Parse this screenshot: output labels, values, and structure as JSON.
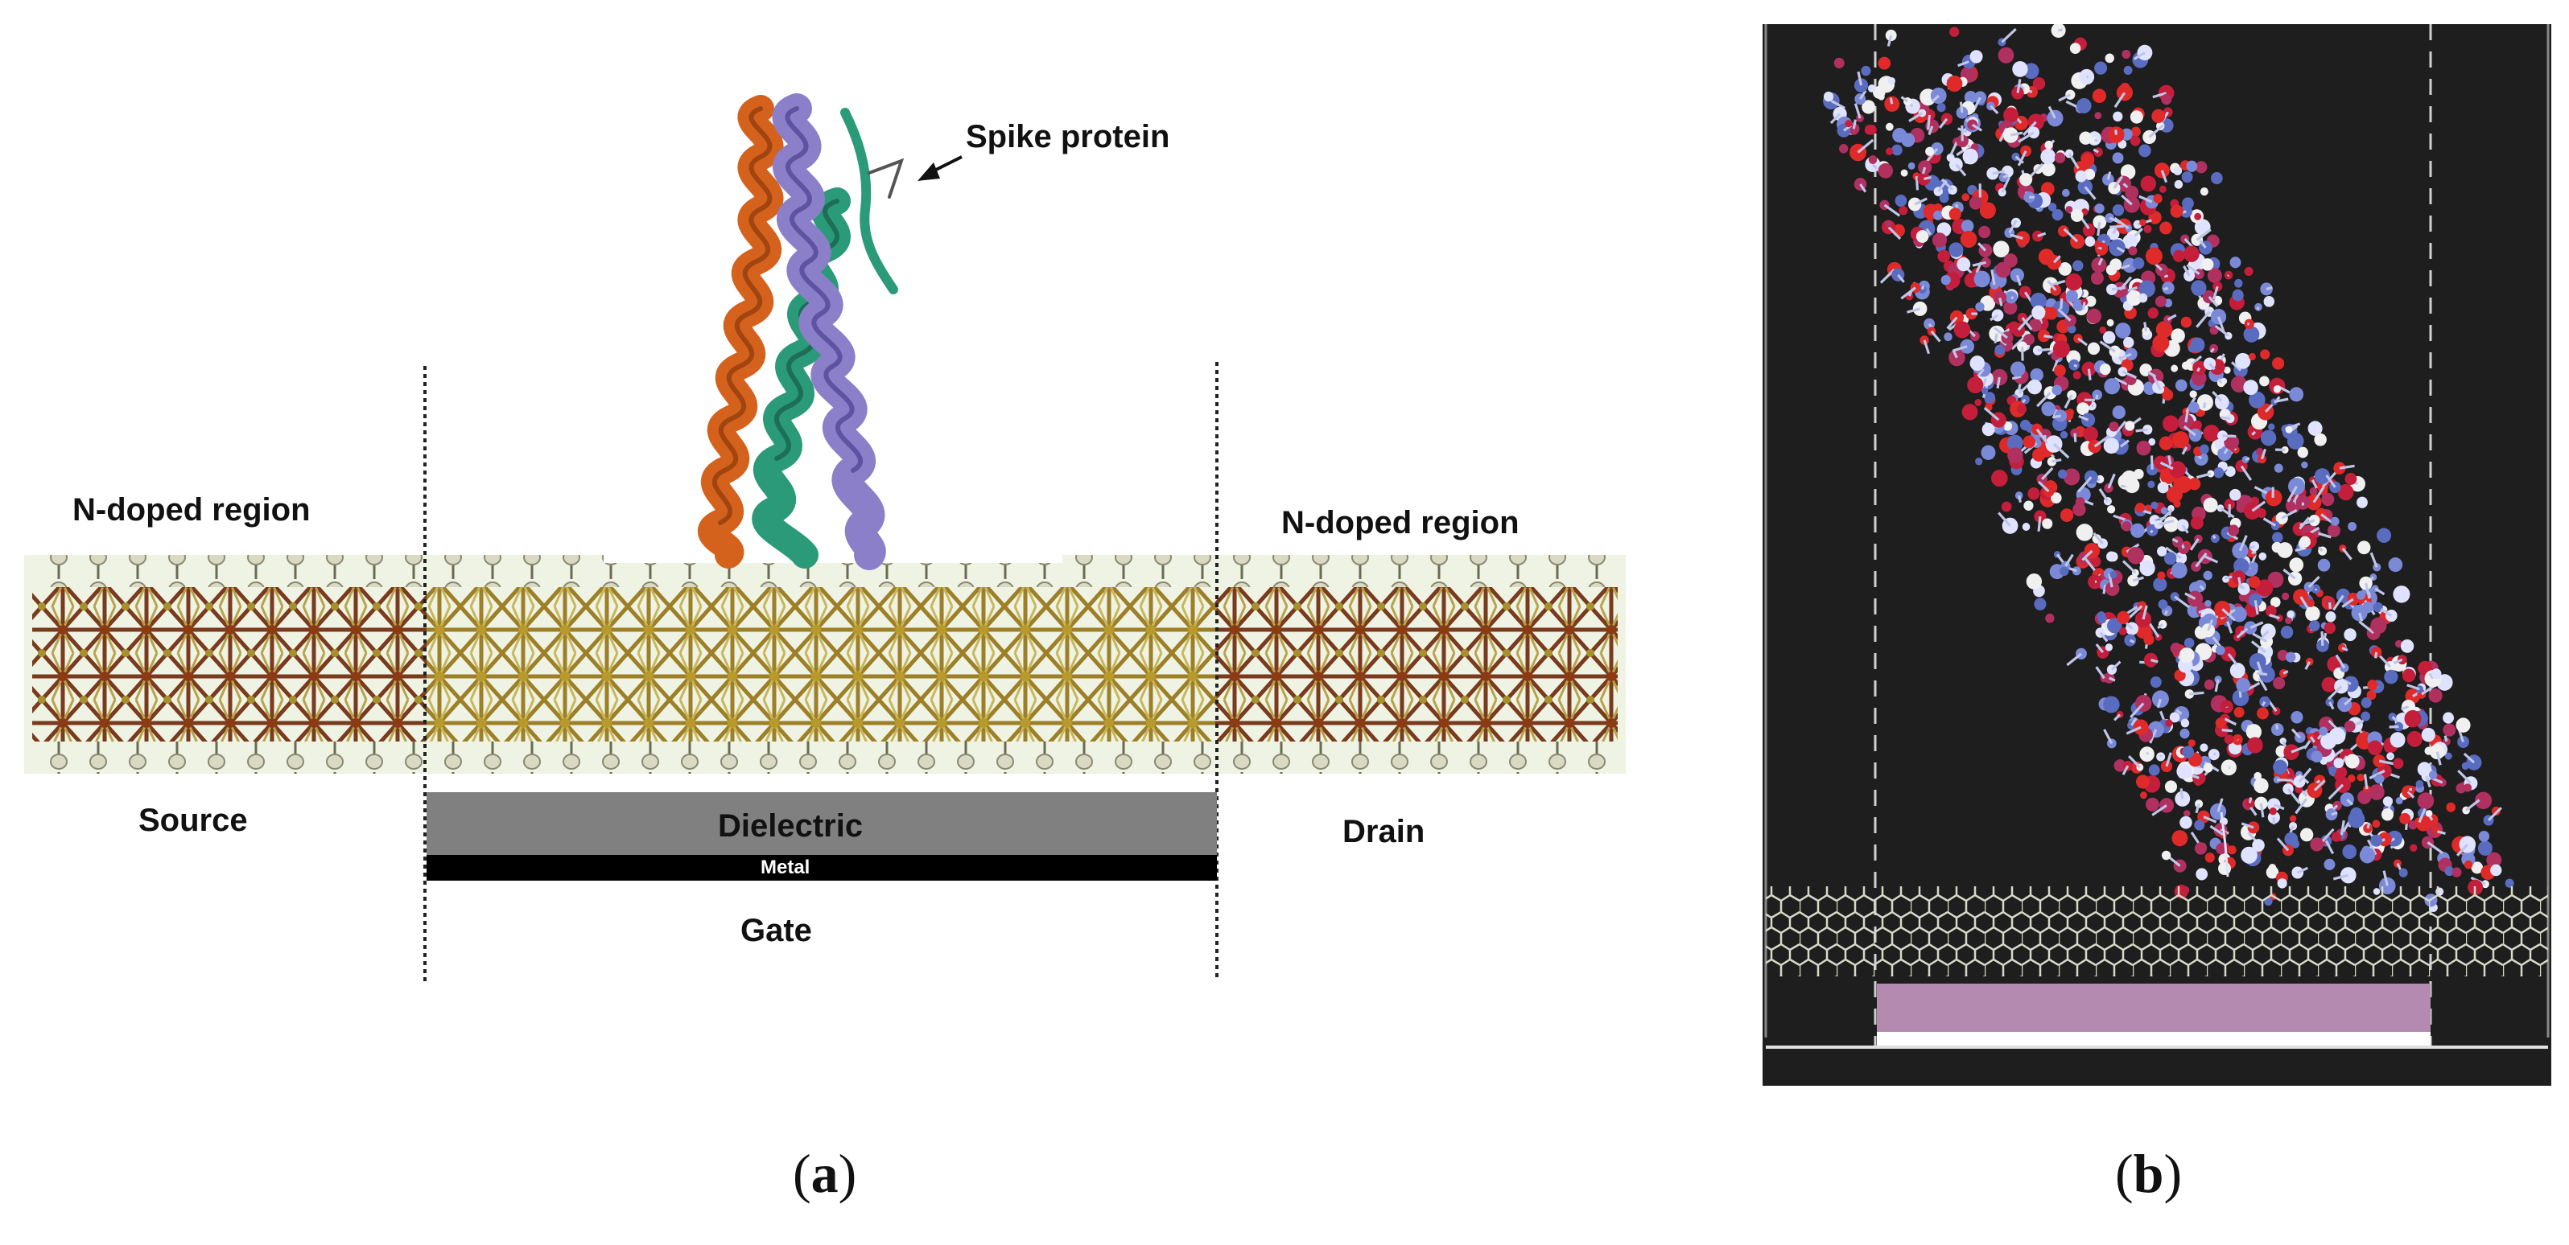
{
  "panel_a": {
    "label_open": "(",
    "label_letter": "a",
    "label_close": ")",
    "spike_protein": "Spike protein",
    "n_doped_left": "N-doped region",
    "n_doped_right": "N-doped region",
    "source": "Source",
    "drain": "Drain",
    "dielectric": "Dielectric",
    "metal": "Metal",
    "gate": "Gate"
  },
  "panel_b": {
    "label_open": "(",
    "label_letter": "b",
    "label_close": ")"
  },
  "colors": {
    "lattice_dark": "#7a3a1e",
    "lattice_light": "#b8a24a",
    "lattice_bg": "#eef3e3",
    "helix_orange": "#d4621c",
    "helix_purple": "#8a7fc8",
    "helix_green": "#2a9a78",
    "dielectric": "#808080",
    "metal": "#000000",
    "sim_bg": "#1e1e1e",
    "sim_substrate": "#b48ab0"
  }
}
